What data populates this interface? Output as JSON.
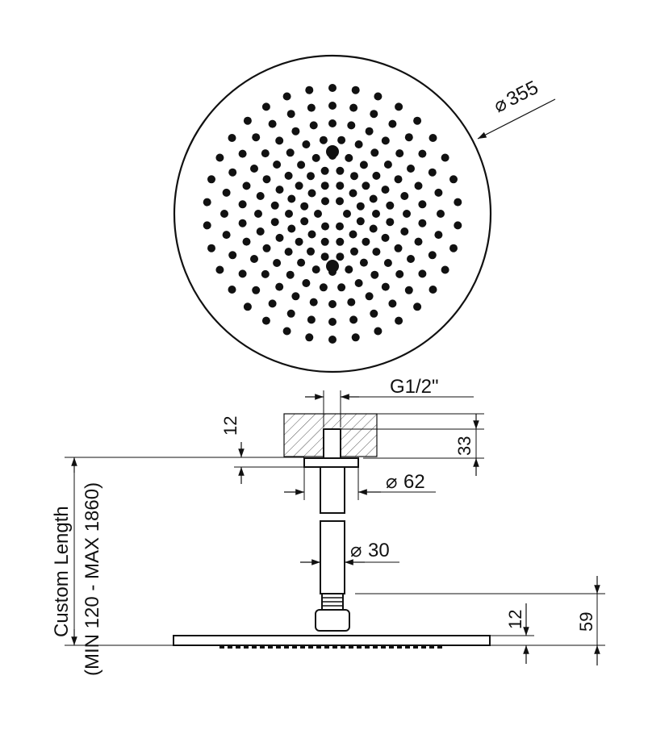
{
  "head": {
    "diameter_label": "355",
    "diameter_symbol": "⌀"
  },
  "connection": {
    "thread_label": "G1/2\""
  },
  "dimensions": {
    "wall_plate_offset": "12",
    "wall_depth": "33",
    "flange_diameter": "62",
    "arm_diameter": "30",
    "head_thickness": "12",
    "head_height": "59"
  },
  "length": {
    "title": "Custom Length",
    "range": "(MIN 120 - MAX 1860)"
  },
  "colors": {
    "line": "#111111",
    "hatch": "#555555"
  }
}
